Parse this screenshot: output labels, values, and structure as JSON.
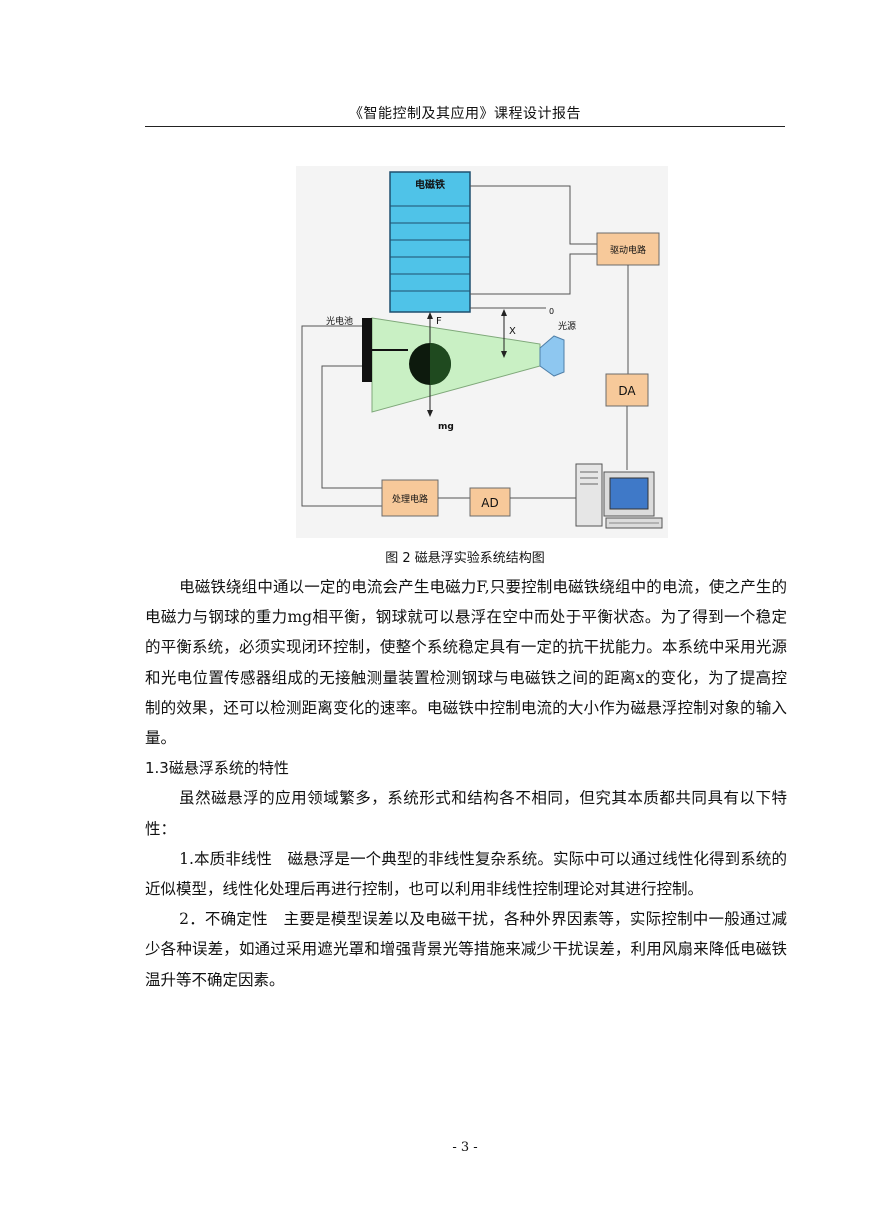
{
  "header": {
    "title": "《智能控制及其应用》课程设计报告"
  },
  "figure": {
    "labels": {
      "electromagnet": "电磁铁",
      "drive_circuit": "驱动电路",
      "photocell": "光电池",
      "light_source": "光源",
      "force": "F",
      "distance": "X",
      "zero": "0",
      "gravity": "mg",
      "da": "DA",
      "ad": "AD",
      "processing_circuit": "处理电路"
    },
    "colors": {
      "electromagnet_fill": "#4fc3e8",
      "beam_fill": "#c9f0c4",
      "box_fill": "#f7c99a",
      "light_fill": "#8ec7f0",
      "background": "#f4f4f4"
    }
  },
  "caption": "图 2 磁悬浮实验系统结构图",
  "paragraphs": {
    "p1": "电磁铁绕组中通以一定的电流会产生电磁力F,只要控制电磁铁绕组中的电流，使之产生的电磁力与钢球的重力mg相平衡，钢球就可以悬浮在空中而处于平衡状态。为了得到一个稳定的平衡系统，必须实现闭环控制，使整个系统稳定具有一定的抗干扰能力。本系统中采用光源和光电位置传感器组成的无接触测量装置检测钢球与电磁铁之间的距离x的变化，为了提高控制的效果，还可以检测距离变化的速率。电磁铁中控制电流的大小作为磁悬浮控制对象的输入量。",
    "section_heading": "1.3磁悬浮系统的特性",
    "p2": "虽然磁悬浮的应用领域繁多，系统形式和结构各不相同，但究其本质都共同具有以下特性：",
    "p3": "1.本质非线性　磁悬浮是一个典型的非线性复杂系统。实际中可以通过线性化得到系统的近似模型，线性化处理后再进行控制，也可以利用非线性控制理论对其进行控制。",
    "p4": "2．不确定性　主要是模型误差以及电磁干扰，各种外界因素等，实际控制中一般通过减少各种误差，如通过采用遮光罩和增强背景光等措施来减少干扰误差，利用风扇来降低电磁铁温升等不确定因素。"
  },
  "page_number": "- 3 -"
}
